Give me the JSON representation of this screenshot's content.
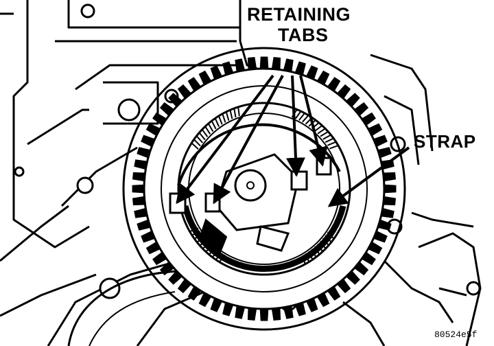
{
  "callouts": {
    "retaining_line1": "RETAINING",
    "retaining_line2": "TABS",
    "strap": "STRAP"
  },
  "figure_id": "80524e5f",
  "colors": {
    "ink": "#000000",
    "paper": "#ffffff"
  }
}
